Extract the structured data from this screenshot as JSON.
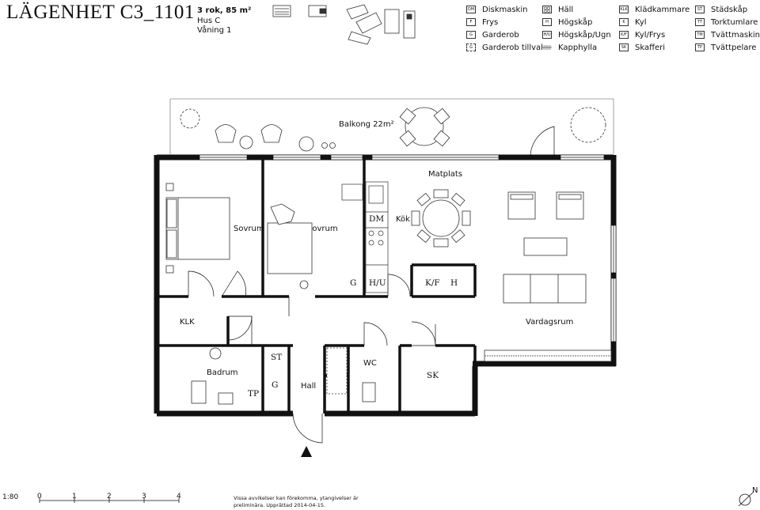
{
  "header": {
    "title": "LÄGENHET C3_1101",
    "size": "3 rok, 85 m²",
    "building": "Hus C",
    "floor": "Våning 1"
  },
  "legend": [
    [
      {
        "code": "DM",
        "label": "Diskmaskin"
      },
      {
        "code": "F",
        "label": "Frys"
      },
      {
        "code": "G",
        "label": "Garderob"
      },
      {
        "code": "G",
        "label": "Garderob tillval",
        "dashed": true
      }
    ],
    [
      {
        "code": "",
        "label": "Häll",
        "icon": "stove-icon"
      },
      {
        "code": "H",
        "label": "Högskåp"
      },
      {
        "code": "H/U",
        "label": "Högskåp/Ugn"
      },
      {
        "code": "",
        "label": "Kapphylla",
        "icon": "coat-rack-icon"
      }
    ],
    [
      {
        "code": "KLK",
        "label": "Klädkammare"
      },
      {
        "code": "K",
        "label": "Kyl"
      },
      {
        "code": "K/F",
        "label": "Kyl/Frys"
      },
      {
        "code": "SK",
        "label": "Skafferi"
      }
    ],
    [
      {
        "code": "ST",
        "label": "Städskåp"
      },
      {
        "code": "TT",
        "label": "Torktumlare"
      },
      {
        "code": "TM",
        "label": "Tvättmaskin"
      },
      {
        "code": "TP",
        "label": "Tvättpelare"
      }
    ]
  ],
  "rooms": {
    "balkong": "Balkong 22m²",
    "matplats": "Matplats",
    "sovrum1": "Sovrum",
    "sovrum2": "Sovrum",
    "kok": "Kök",
    "klk": "KLK",
    "vardagsrum": "Vardagsrum",
    "badrum": "Badrum",
    "hall": "Hall",
    "wc": "WC"
  },
  "fixtures": {
    "dm": "DM",
    "g1": "G",
    "hu": "H/U",
    "kf": "K/F",
    "h": "H",
    "st": "ST",
    "g2": "G",
    "tp": "TP",
    "sk": "SK"
  },
  "scale": {
    "ratio": "1:80",
    "ticks": [
      "0",
      "1",
      "2",
      "3",
      "4"
    ]
  },
  "disclaimer": {
    "line1": "Vissa avvikelser kan förekomma, ytangivelser är",
    "line2": "preliminära. Upprättad 2014-04-15."
  },
  "north": "N"
}
